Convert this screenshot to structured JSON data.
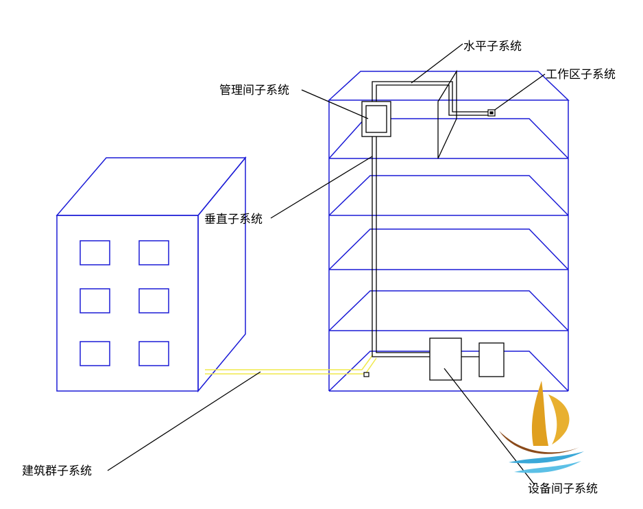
{
  "labels": {
    "horizontal": "水平子系统",
    "work_area": "工作区子系统",
    "management": "管理间子系统",
    "vertical": "垂直子系统",
    "campus": "建筑群子系统",
    "equipment": "设备间子系统"
  },
  "colors": {
    "building": "#1a1ad6",
    "cable": "#000000",
    "campus_cable": "#f0e84a",
    "logo_gold": "#e0a020",
    "logo_brown": "#8a4a1a",
    "logo_wave": "#3aa8d8"
  }
}
